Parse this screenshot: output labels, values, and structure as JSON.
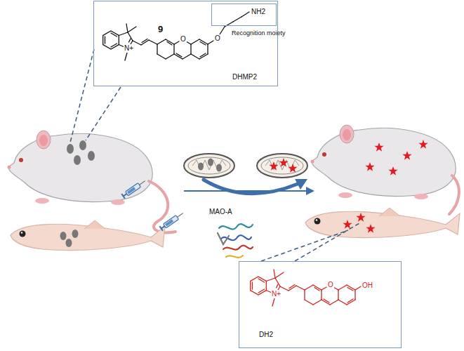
{
  "diagram": {
    "nodes": [
      {
        "text": [
          "9",
          "DHMP2"
        ]
      },
      {
        "text": [
          "NH2",
          "Recognition moiety"
        ],
        "in": 0
      },
      {
        "text": [
          "DH2"
        ]
      }
    ],
    "labels": [
      "N+",
      "O",
      "O",
      "MAO-A",
      "N+",
      "O",
      "OH"
    ]
  }
}
